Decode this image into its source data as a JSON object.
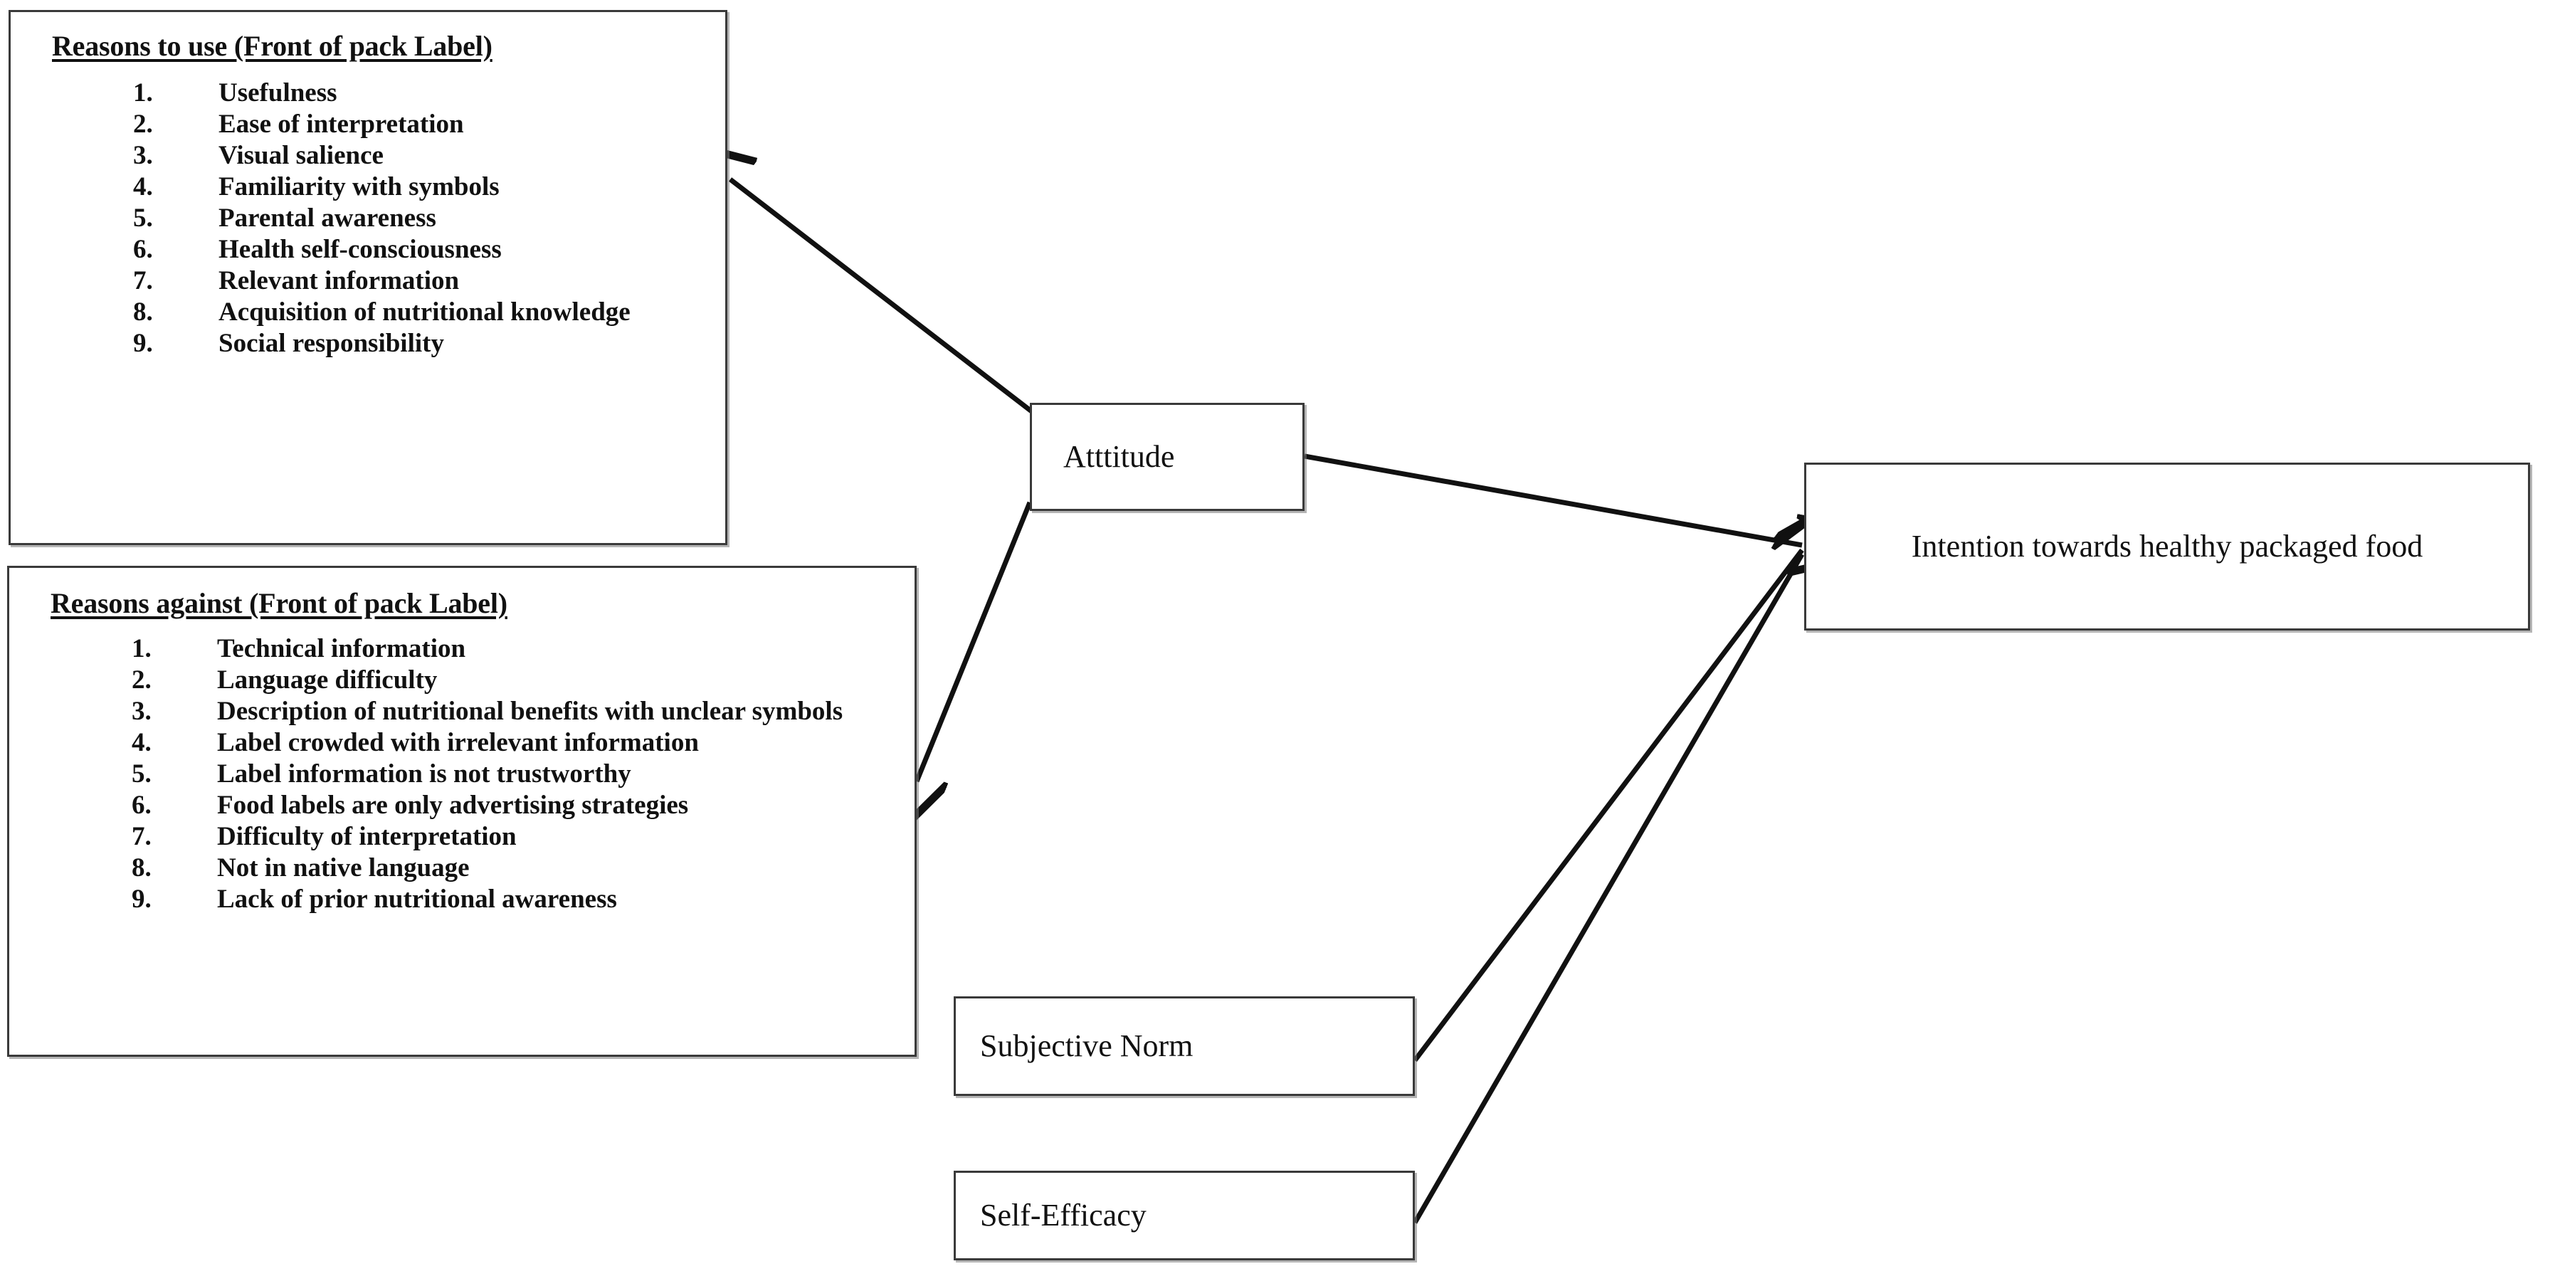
{
  "diagram": {
    "nodes": {
      "reasons_to_use": {
        "title": "Reasons to use (Front of pack Label)",
        "items": [
          "Usefulness",
          "Ease of interpretation",
          "Visual salience",
          "Familiarity with symbols",
          "Parental awareness",
          "Health self-consciousness",
          "Relevant information",
          "Acquisition of nutritional knowledge",
          "Social responsibility"
        ]
      },
      "reasons_against": {
        "title": "Reasons against (Front of pack Label)",
        "items": [
          "Technical information",
          "Language difficulty",
          "Description of nutritional benefits with unclear symbols",
          "Label crowded with irrelevant information",
          "Label information is not trustworthy",
          "Food labels are only advertising strategies",
          "Difficulty of interpretation",
          "Not in native language",
          "Lack of prior nutritional awareness"
        ]
      },
      "attitude": {
        "label": "Atttitude"
      },
      "intention": {
        "label": "Intention towards healthy packaged food"
      },
      "subjective_norm": {
        "label": "Subjective Norm"
      },
      "self_efficacy": {
        "label": "Self-Efficacy"
      }
    },
    "numbering": [
      "1.",
      "2.",
      "3.",
      "4.",
      "5.",
      "6.",
      "7.",
      "8.",
      "9."
    ],
    "edges": [
      {
        "from": "attitude",
        "to": "reasons_to_use",
        "arrow": "to"
      },
      {
        "from": "attitude",
        "to": "reasons_against",
        "arrow": "to"
      },
      {
        "from": "attitude",
        "to": "intention",
        "arrow": "to"
      },
      {
        "from": "subjective_norm",
        "to": "intention",
        "arrow": "to"
      },
      {
        "from": "self_efficacy",
        "to": "intention",
        "arrow": "to"
      }
    ],
    "colors": {
      "background": "#ffffff",
      "stroke": "#111111",
      "border": "#3a3a3a",
      "text": "#111111"
    }
  }
}
